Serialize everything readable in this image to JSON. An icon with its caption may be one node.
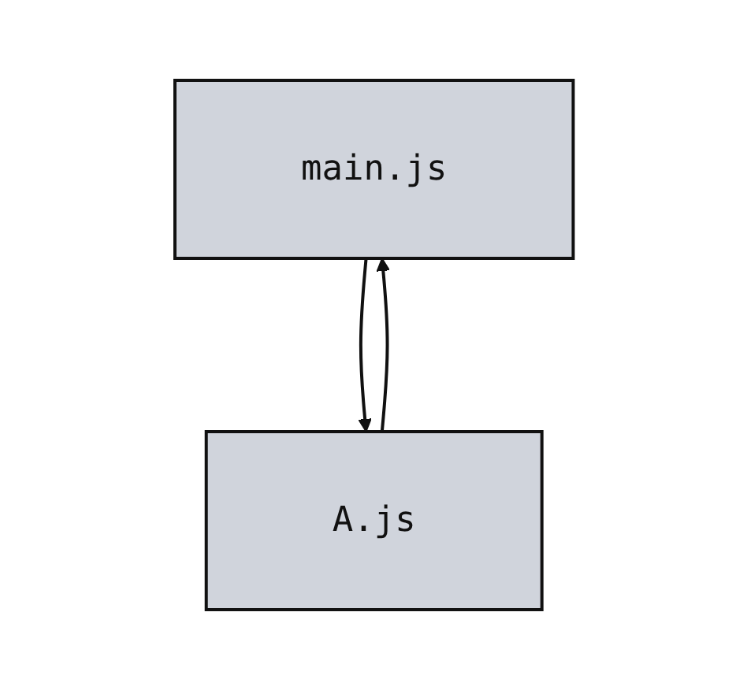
{
  "diagram": {
    "nodes": [
      {
        "text": [
          "main.js"
        ]
      },
      {
        "text": [
          "A.js"
        ]
      }
    ],
    "edges": [
      {
        "from": 0,
        "to": 1,
        "arrow": "to"
      },
      {
        "from": 1,
        "to": 0,
        "arrow": "to"
      }
    ]
  }
}
